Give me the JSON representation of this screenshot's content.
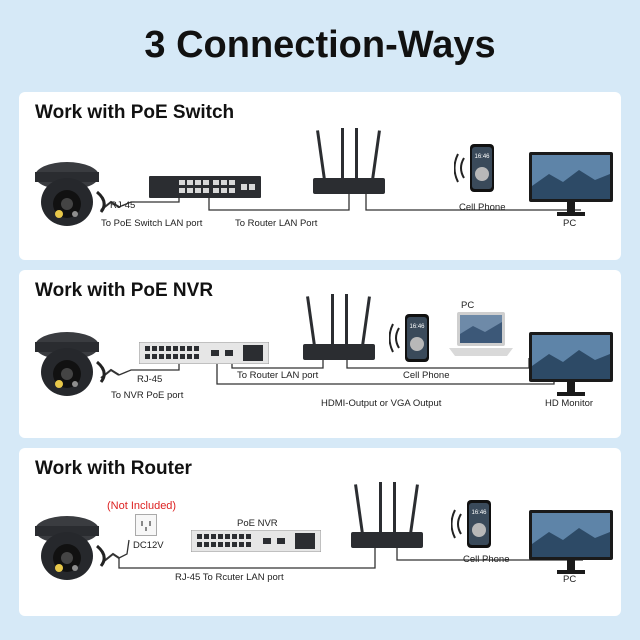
{
  "title": "3 Connection-Ways",
  "panels": [
    {
      "title": "Work with PoE Switch",
      "labels": {
        "rj45": "RJ-45",
        "to_switch": "To PoE Switch LAN port",
        "to_router": "To Router LAN Port",
        "cell_phone": "Cell Phone",
        "pc": "PC"
      }
    },
    {
      "title": "Work with PoE NVR",
      "labels": {
        "rj45": "RJ-45",
        "to_nvr": "To NVR PoE port",
        "to_router": "To Router LAN port",
        "cell_phone": "Cell Phone",
        "pc": "PC",
        "hdmi": "HDMI-Output or VGA Output",
        "hd_monitor": "HD Monitor"
      }
    },
    {
      "title": "Work with Router",
      "labels": {
        "not_included": "(Not Included)",
        "dc12v": "DC12V",
        "poe_nvr": "PoE NVR",
        "rj45_router": "RJ-45 To Rcuter LAN port",
        "cell_phone": "Cell Phone",
        "pc": "PC"
      }
    }
  ],
  "phone_time": "16:46",
  "colors": {
    "background": "#d6e9f7",
    "panel": "#ffffff",
    "device": "#2b2d31",
    "wire": "#3a3a3a",
    "accent_red": "#dd2222"
  }
}
